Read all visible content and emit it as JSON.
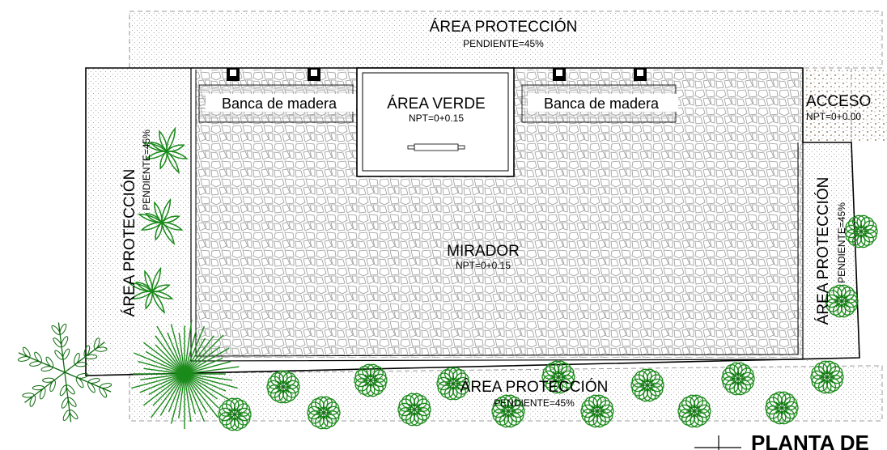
{
  "areas": {
    "top": {
      "title": "ÁREA PROTECCIÓN",
      "slope": "PENDIENTE=45%"
    },
    "left": {
      "title": "ÁREA PROTECCIÓN",
      "slope": "PENDIENTE=45%"
    },
    "right": {
      "title": "ÁREA PROTECCIÓN",
      "slope": "PENDIENTE=45%"
    },
    "bottom": {
      "title": "ÁREA PROTECCIÓN",
      "slope": "PENDIENTE=45%"
    }
  },
  "green_area": {
    "title": "ÁREA VERDE",
    "level": "NPT=0+0.15"
  },
  "bench_left": {
    "label": "Banca de madera"
  },
  "bench_right": {
    "label": "Banca de madera"
  },
  "mirador": {
    "title": "MIRADOR",
    "level": "NPT=0+0.15"
  },
  "access": {
    "title": "ACCESO",
    "level": "NPT=0+0.00"
  },
  "plan_title": "PLANTA DE",
  "colors": {
    "plant": "#1a8a1a",
    "plant_dark": "#0f6a0f",
    "line": "#000000",
    "dot": "#8a8a8a",
    "gravel": "#7a5a2a"
  }
}
